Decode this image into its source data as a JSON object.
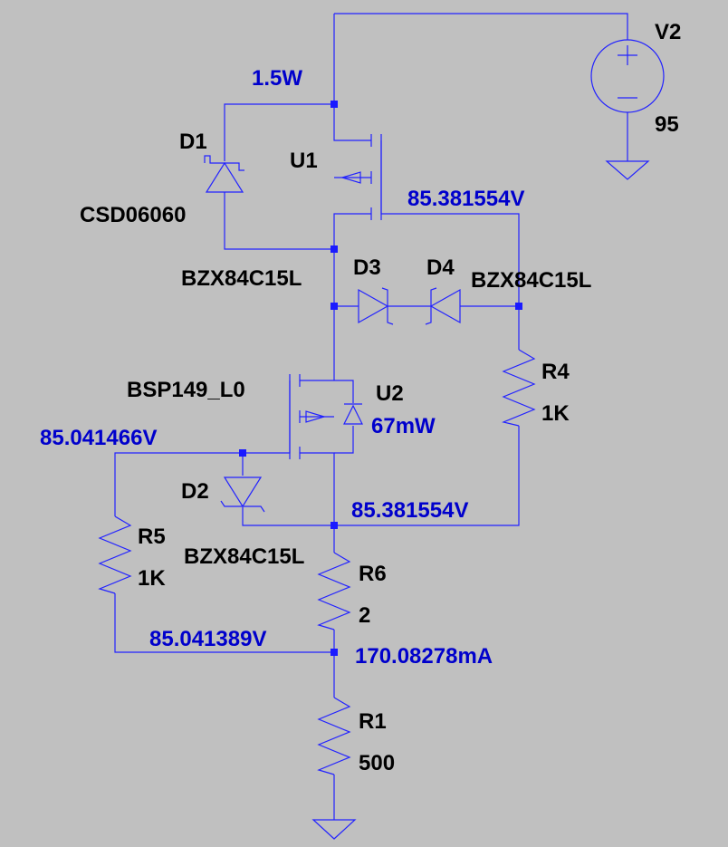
{
  "components": {
    "V2": {
      "name": "V2",
      "value": "95"
    },
    "U1": {
      "name": "U1"
    },
    "U2": {
      "name": "U2",
      "power": "67mW",
      "model": "BSP149_L0"
    },
    "D1": {
      "name": "D1",
      "model": "CSD06060"
    },
    "D2": {
      "name": "D2",
      "model": "BZX84C15L"
    },
    "D3": {
      "name": "D3",
      "model": "BZX84C15L"
    },
    "D4": {
      "name": "D4",
      "model": "BZX84C15L"
    },
    "R1": {
      "name": "R1",
      "value": "500"
    },
    "R4": {
      "name": "R4",
      "value": "1K"
    },
    "R5": {
      "name": "R5",
      "value": "1K"
    },
    "R6": {
      "name": "R6",
      "value": "2"
    }
  },
  "annotations": {
    "u1_power": "1.5W",
    "v_u1_gate": "85.381554V",
    "v_u2_gate": "85.041466V",
    "v_u2_source": "85.381554V",
    "v_r1_node": "85.041389V",
    "i_r1": "170.08278mA"
  },
  "colors": {
    "background": "#c0c0c0",
    "wire": "#2222ff",
    "label": "#000000",
    "annotation": "#0000cc"
  }
}
